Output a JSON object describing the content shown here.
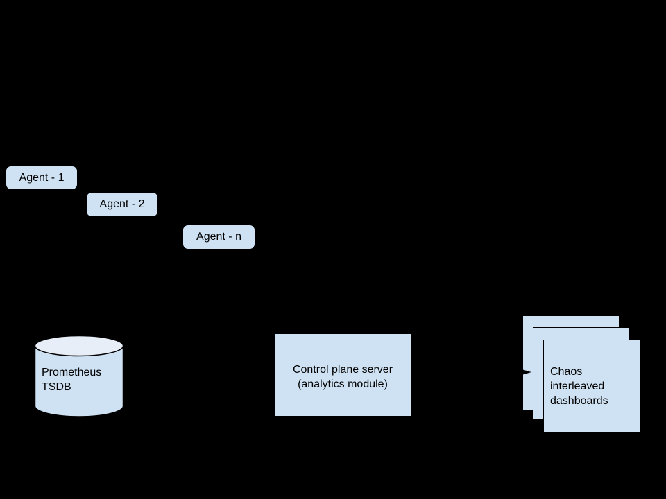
{
  "diagram": {
    "colors": {
      "background": "#000000",
      "shape_fill": "#cfe2f3",
      "cylinder_top_fill": "#e7eef8",
      "border": "#000000",
      "text": "#000000"
    },
    "agents": [
      {
        "label": "Agent - 1"
      },
      {
        "label": "Agent - 2"
      },
      {
        "label": "Agent - n"
      }
    ],
    "tsdb": {
      "line1": "Prometheus",
      "line2": "TSDB"
    },
    "control_plane": {
      "line1": "Control plane server",
      "line2": "(analytics module)"
    },
    "dashboards": {
      "line1": "Chaos",
      "line2": "interleaved",
      "line3": "dashboards"
    },
    "connectors": [
      {
        "from": "control_plane",
        "to": "dashboards",
        "arrow": "right"
      }
    ]
  }
}
